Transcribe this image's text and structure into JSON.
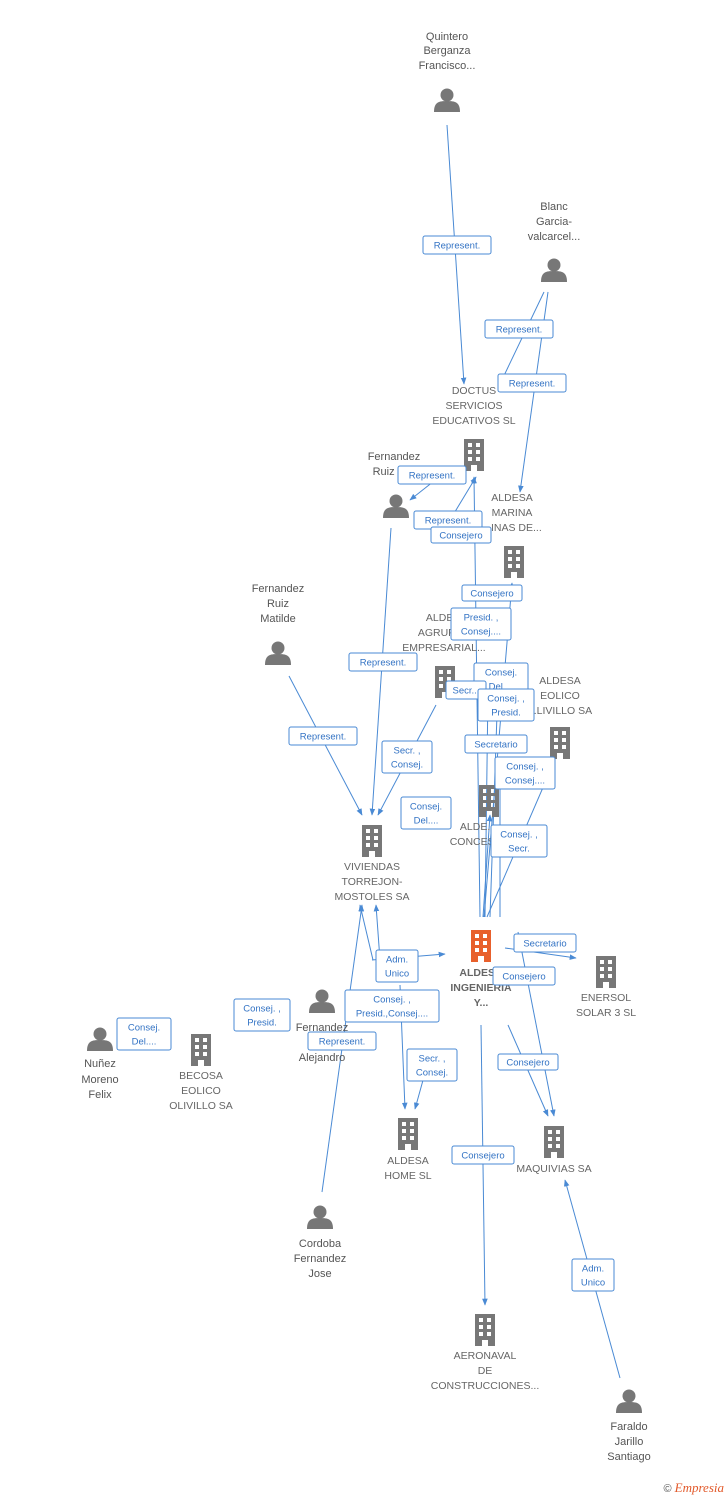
{
  "colors": {
    "person": "#777777",
    "company": "#777777",
    "main_company": "#e8602c",
    "edge": "#4a8ad4"
  },
  "footer": {
    "copyright": "©",
    "brand": "Empresia"
  },
  "nodes": [
    {
      "id": "quintero",
      "type": "person",
      "lines": [
        "Quintero",
        "Berganza",
        "Francisco..."
      ]
    },
    {
      "id": "blanc",
      "type": "person",
      "lines": [
        "Blanc",
        "Garcia-",
        "valcarcel..."
      ]
    },
    {
      "id": "doctus",
      "type": "company",
      "lines": [
        "DOCTUS",
        "SERVICIOS",
        "EDUCATIVOS SL"
      ]
    },
    {
      "id": "fernandez-ruiz-is",
      "type": "person",
      "lines": [
        "Fernandez",
        "Ruiz Is..."
      ]
    },
    {
      "id": "aldesa-marina",
      "type": "company",
      "lines": [
        "ALDESA",
        "MARINA",
        "...INAS DE..."
      ]
    },
    {
      "id": "fernandez-ruiz-matilde",
      "type": "person",
      "lines": [
        "Fernandez",
        "Ruiz",
        "Matilde"
      ]
    },
    {
      "id": "aldesa-agrupacion",
      "type": "company",
      "lines": [
        "ALDE...",
        "AGRUPA...",
        "EMPRESARIAL..."
      ]
    },
    {
      "id": "aldesa-eolico",
      "type": "company",
      "lines": [
        "ALDESA",
        "EOLICO",
        "...LIVILLO SA"
      ]
    },
    {
      "id": "aldesa-concesiones",
      "type": "company",
      "lines": [
        "ALDE...",
        "CONCESI..."
      ]
    },
    {
      "id": "viviendas",
      "type": "company",
      "lines": [
        "VIVIENDAS",
        "TORREJON-",
        "MOSTOLES SA"
      ]
    },
    {
      "id": "aldesa-ingenieria",
      "type": "main",
      "lines": [
        "ALDESA",
        "INGENIERIA",
        "Y..."
      ]
    },
    {
      "id": "enersol",
      "type": "company",
      "lines": [
        "ENERSOL",
        "SOLAR 3 SL"
      ]
    },
    {
      "id": "fernandez-alejandro",
      "type": "person",
      "lines": [
        "Fernandez",
        "Alejandro"
      ]
    },
    {
      "id": "nunez",
      "type": "person",
      "lines": [
        "Nuñez",
        "Moreno",
        "Felix"
      ]
    },
    {
      "id": "becosa",
      "type": "company",
      "lines": [
        "BECOSA",
        "EOLICO",
        "OLIVILLO SA"
      ]
    },
    {
      "id": "aldesa-home",
      "type": "company",
      "lines": [
        "ALDESA",
        "HOME SL"
      ]
    },
    {
      "id": "maquivias",
      "type": "company",
      "lines": [
        "MAQUIVIAS SA"
      ]
    },
    {
      "id": "cordoba",
      "type": "person",
      "lines": [
        "Cordoba",
        "Fernandez",
        "Jose"
      ]
    },
    {
      "id": "aeronaval",
      "type": "company",
      "lines": [
        "AERONAVAL",
        "DE",
        "CONSTRUCCIONES..."
      ]
    },
    {
      "id": "faraldo",
      "type": "person",
      "lines": [
        "Faraldo",
        "Jarillo",
        "Santiago"
      ]
    }
  ],
  "roles": [
    {
      "id": "r1",
      "lines": [
        "Represent."
      ]
    },
    {
      "id": "r2",
      "lines": [
        "Represent."
      ]
    },
    {
      "id": "r3",
      "lines": [
        "Represent."
      ]
    },
    {
      "id": "r4",
      "lines": [
        "Represent."
      ]
    },
    {
      "id": "r5",
      "lines": [
        "Represent."
      ]
    },
    {
      "id": "r6",
      "lines": [
        "Consejero"
      ]
    },
    {
      "id": "r7",
      "lines": [
        "Consejero"
      ]
    },
    {
      "id": "r8",
      "lines": [
        "Presid. ,",
        "Consej...."
      ]
    },
    {
      "id": "r9",
      "lines": [
        "Represent."
      ]
    },
    {
      "id": "r10",
      "lines": [
        "Consej.",
        "Del...."
      ]
    },
    {
      "id": "r11",
      "lines": [
        "Secr..."
      ]
    },
    {
      "id": "r12",
      "lines": [
        "Consej. ,",
        "Presid."
      ]
    },
    {
      "id": "r13",
      "lines": [
        "Represent."
      ]
    },
    {
      "id": "r14",
      "lines": [
        "Secr. ,",
        "Consej."
      ]
    },
    {
      "id": "r15",
      "lines": [
        "Secretario"
      ]
    },
    {
      "id": "r16",
      "lines": [
        "Consej. ,",
        "Consej...."
      ]
    },
    {
      "id": "r17",
      "lines": [
        "Consej.",
        "Del...."
      ]
    },
    {
      "id": "r18",
      "lines": [
        "Consej. ,",
        "Secr."
      ]
    },
    {
      "id": "r19",
      "lines": [
        "Secretario"
      ]
    },
    {
      "id": "r20",
      "lines": [
        "Adm.",
        "Unico"
      ]
    },
    {
      "id": "r21",
      "lines": [
        "Consejero"
      ]
    },
    {
      "id": "r22",
      "lines": [
        "Consej. ,",
        "Presid."
      ]
    },
    {
      "id": "r23",
      "lines": [
        "Consej. ,",
        "Presid.,Consej...."
      ]
    },
    {
      "id": "r24",
      "lines": [
        "Consej.",
        "Del...."
      ]
    },
    {
      "id": "r25",
      "lines": [
        "Represent."
      ]
    },
    {
      "id": "r26",
      "lines": [
        "Secr. ,",
        "Consej."
      ]
    },
    {
      "id": "r27",
      "lines": [
        "Consejero"
      ]
    },
    {
      "id": "r28",
      "lines": [
        "Consejero"
      ]
    },
    {
      "id": "r29",
      "lines": [
        "Adm.",
        "Unico"
      ]
    }
  ]
}
